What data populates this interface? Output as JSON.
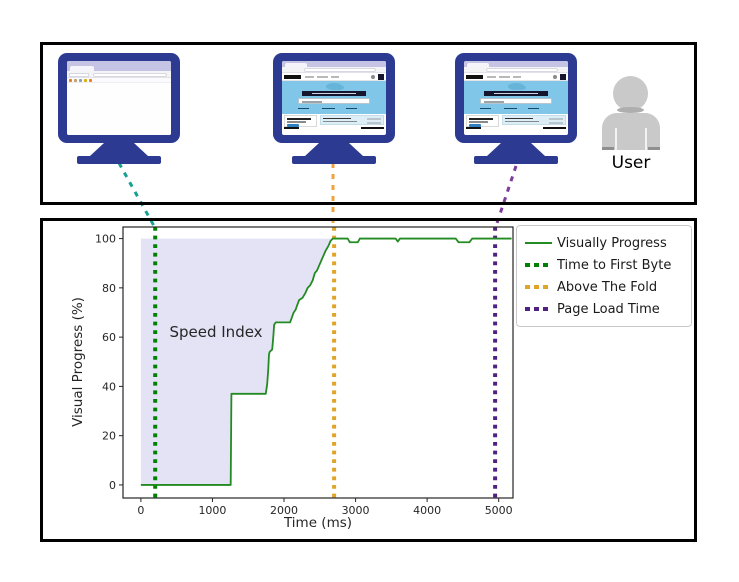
{
  "storyboard": {
    "user_label": "User",
    "monitors": [
      {
        "id": "monitor-first-byte",
        "screen_state": "blank-browser"
      },
      {
        "id": "monitor-above-fold",
        "screen_state": "page-loaded"
      },
      {
        "id": "monitor-page-load",
        "screen_state": "page-loaded"
      }
    ]
  },
  "colors": {
    "monitor_navy": "#2c3a92",
    "browser_titlebar": "#c6c4e4",
    "hero_blue": "#7fc6e8",
    "curve_green": "#228B22",
    "ttfb_green": "#008000",
    "atf_orange": "#e2a427",
    "plt_purple": "#4f2183",
    "shade_lavender": "#e4e3f6",
    "connector_teal": "#18a093",
    "connector_orange": "#f0a33c",
    "connector_purple": "#7d3c98",
    "user_gray": "#c9c9c9"
  },
  "chart_data": {
    "type": "line",
    "title": "",
    "xlabel": "Time (ms)",
    "ylabel": "Visual Progress (%)",
    "xlim": [
      -250,
      5200
    ],
    "ylim": [
      -5.3,
      104.7
    ],
    "xticks": [
      0,
      1000,
      2000,
      3000,
      4000,
      5000
    ],
    "yticks": [
      0,
      20,
      40,
      60,
      80,
      100
    ],
    "grid": false,
    "legend_position": "outside-top-right",
    "series": [
      {
        "name": "Visually Progress",
        "color": "#228B22",
        "style": "solid",
        "points": [
          [
            0,
            0
          ],
          [
            1255,
            0
          ],
          [
            1265,
            37
          ],
          [
            1745,
            37
          ],
          [
            1765,
            41
          ],
          [
            1780,
            47
          ],
          [
            1790,
            53
          ],
          [
            1800,
            54
          ],
          [
            1835,
            55
          ],
          [
            1850,
            60
          ],
          [
            1862,
            65
          ],
          [
            1885,
            66
          ],
          [
            2085,
            66
          ],
          [
            2110,
            68
          ],
          [
            2135,
            70
          ],
          [
            2160,
            71
          ],
          [
            2185,
            73
          ],
          [
            2210,
            75
          ],
          [
            2260,
            76
          ],
          [
            2300,
            78
          ],
          [
            2330,
            80
          ],
          [
            2365,
            81
          ],
          [
            2400,
            83
          ],
          [
            2430,
            86
          ],
          [
            2460,
            87
          ],
          [
            2490,
            89
          ],
          [
            2520,
            91
          ],
          [
            2550,
            93
          ],
          [
            2580,
            95
          ],
          [
            2620,
            97
          ],
          [
            2650,
            99
          ],
          [
            2680,
            100
          ],
          [
            2890,
            100
          ],
          [
            2920,
            98.5
          ],
          [
            3030,
            98.5
          ],
          [
            3060,
            100
          ],
          [
            3560,
            100
          ],
          [
            3590,
            98.8
          ],
          [
            3620,
            100
          ],
          [
            4400,
            100
          ],
          [
            4440,
            98.5
          ],
          [
            4590,
            98.5
          ],
          [
            4630,
            100
          ],
          [
            5180,
            100
          ]
        ]
      }
    ],
    "markers": [
      {
        "name": "Time to First Byte",
        "x": 200,
        "color": "#008000",
        "style": "dotted"
      },
      {
        "name": "Above The Fold",
        "x": 2700,
        "color": "#e2a427",
        "style": "dotted"
      },
      {
        "name": "Page Load Time",
        "x": 4950,
        "color": "#4f2183",
        "style": "dotted"
      }
    ],
    "annotation": {
      "label": "Speed Index",
      "x": 1050,
      "y": 62
    },
    "shaded_region": {
      "from_x": 0,
      "to_x": 2700,
      "upper": 100,
      "lower": "series",
      "color": "#e4e3f6"
    }
  },
  "legend": {
    "items": [
      {
        "label": "Visually Progress",
        "swatch": "line",
        "color": "#228B22"
      },
      {
        "label": "Time to First Byte",
        "swatch": "dots",
        "color": "#008000"
      },
      {
        "label": "Above The Fold",
        "swatch": "dots",
        "color": "#e2a427"
      },
      {
        "label": "Page Load Time",
        "swatch": "dots",
        "color": "#4f2183"
      }
    ]
  }
}
